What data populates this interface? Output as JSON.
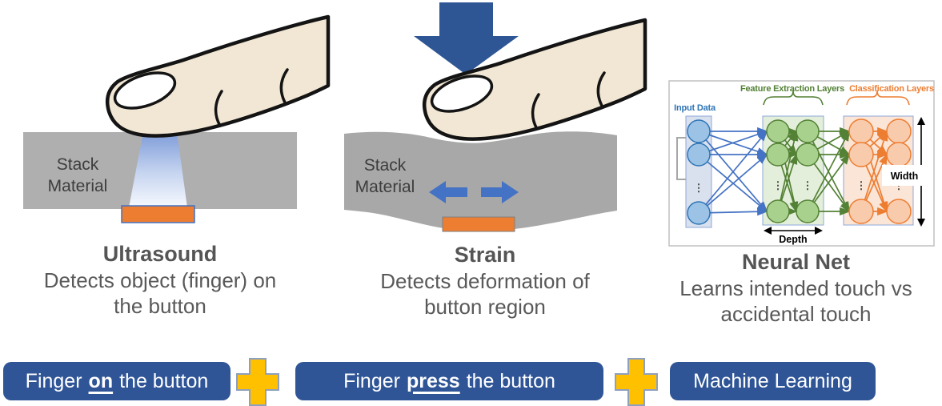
{
  "colors": {
    "button_blue": "#2F5597",
    "plus_gold": "#FFC000",
    "transducer_orange": "#ED7D31",
    "stack_gray": "#AFAFAF",
    "strain_arrow_blue": "#4472C4",
    "press_arrow_blue": "#2E5695",
    "caption_gray": "#595959",
    "nn_input_blue": "#2E75B6",
    "nn_feature_green": "#538135",
    "nn_class_orange": "#ED7D31"
  },
  "stack_label": {
    "line1": "Stack",
    "line2": "Material"
  },
  "captions": {
    "ultrasound": {
      "title": "Ultrasound",
      "line1": "Detects object (finger) on",
      "line2": "the button"
    },
    "strain": {
      "title": "Strain",
      "line1": "Detects deformation of",
      "line2": "button region"
    },
    "neural": {
      "title": "Neural Net",
      "line1": "Learns intended touch vs",
      "line2": "accidental touch"
    }
  },
  "nn_diagram": {
    "input_label": "Input Data",
    "feature_label": "Feature Extraction Layers",
    "classification_label": "Classification Layers",
    "depth_label": "Depth",
    "width_label": "Width",
    "dots": "⋮"
  },
  "formula": {
    "button1": {
      "prefix": "Finger",
      "emphasis": "on",
      "suffix": "the button"
    },
    "button2": {
      "prefix": "Finger",
      "emphasis": "press",
      "suffix": "the button"
    },
    "button3": {
      "label": "Machine Learning"
    }
  }
}
